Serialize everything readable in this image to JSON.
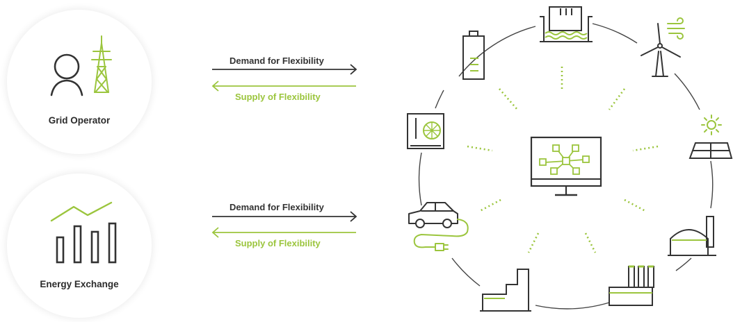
{
  "actors": [
    {
      "label": "Grid Operator",
      "icon": "grid-operator-icon"
    },
    {
      "label": "Energy Exchange",
      "icon": "energy-exchange-icon"
    }
  ],
  "flows": [
    {
      "demand": "Demand for Flexibility",
      "supply": "Supply of Flexibility"
    },
    {
      "demand": "Demand for Flexibility",
      "supply": "Supply of Flexibility"
    }
  ],
  "colors": {
    "accent": "#9bc53d",
    "stroke": "#333333",
    "ring": "#444444"
  },
  "ring_icons": [
    "hydro-dam-icon",
    "wind-turbine-icon",
    "solar-panel-icon",
    "biogas-plant-icon",
    "factory-icon",
    "industrial-building-icon",
    "electric-car-icon",
    "heat-pump-icon",
    "battery-icon"
  ],
  "center_icon": "control-monitor-icon"
}
